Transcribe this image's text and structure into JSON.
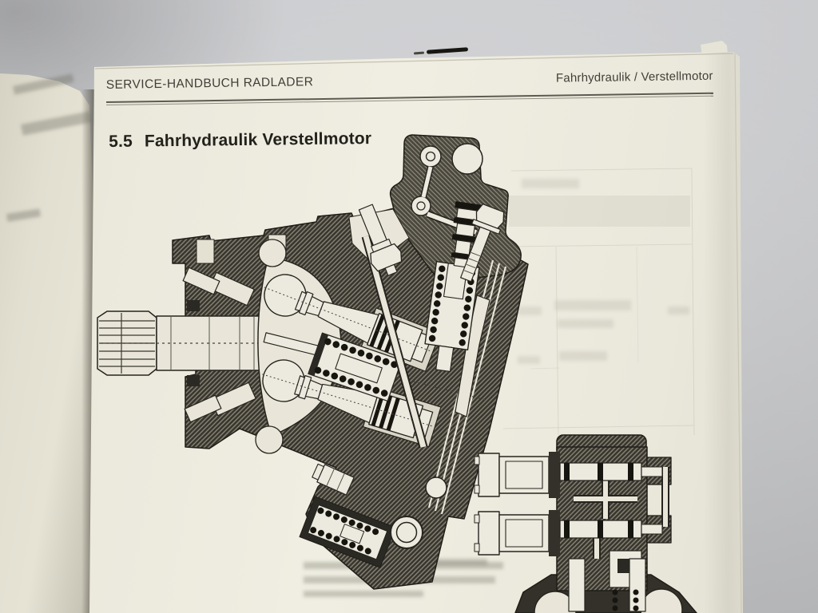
{
  "scene": {
    "description": "Photograph of an open service manual lying on a gray surface",
    "background_color": "#cbccce",
    "paper_color": "#edebde",
    "ink_color": "#26241f"
  },
  "header": {
    "left": "SERVICE-HANDBUCH RADLADER",
    "right": "Fahrhydraulik / Verstellmotor"
  },
  "section": {
    "number": "5.5",
    "title": "Fahrhydraulik Verstellmotor"
  },
  "figure": {
    "name": "verstellmotor-cross-section",
    "description": "Cross-section drawing of the bent-axis variable displacement travel motor with attached control valve block"
  }
}
